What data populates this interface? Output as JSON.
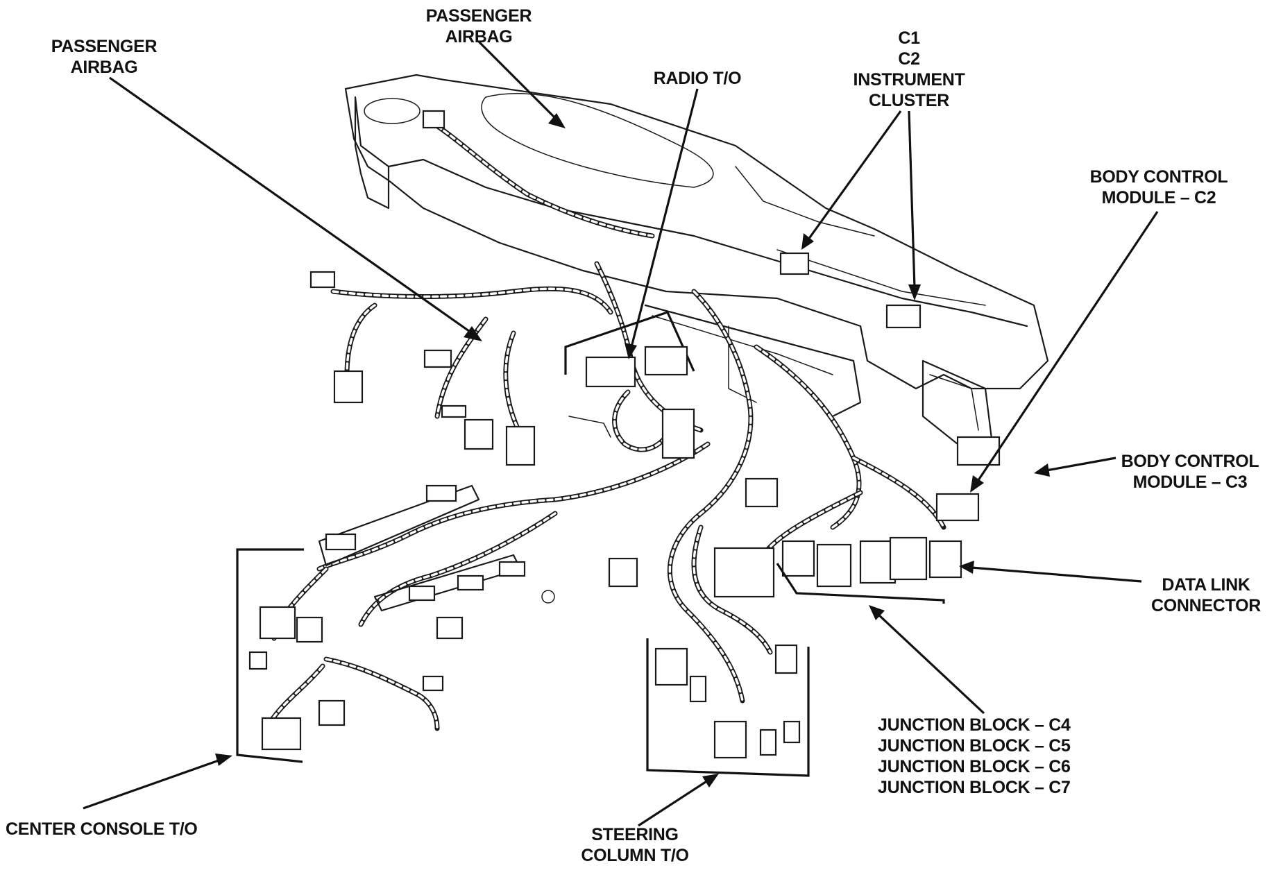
{
  "colors": {
    "line": "#111111",
    "background": "#ffffff"
  },
  "callouts": {
    "passenger_airbag_left": [
      "PASSENGER",
      "AIRBAG"
    ],
    "passenger_airbag_top": [
      "PASSENGER",
      "AIRBAG"
    ],
    "radio_to": [
      "RADIO T/O"
    ],
    "instrument_cluster": [
      "C1",
      "C2",
      "INSTRUMENT",
      "CLUSTER"
    ],
    "bcm_c2": [
      "BODY CONTROL",
      "MODULE – C2"
    ],
    "bcm_c3": [
      "BODY CONTROL",
      "MODULE – C3"
    ],
    "data_link": [
      "DATA LINK",
      "CONNECTOR"
    ],
    "junction_block": [
      "JUNCTION BLOCK – C4",
      "JUNCTION BLOCK – C5",
      "JUNCTION BLOCK – C6",
      "JUNCTION BLOCK – C7"
    ],
    "steering_column": [
      "STEERING",
      "COLUMN T/O"
    ],
    "center_console": [
      "CENTER CONSOLE T/O"
    ]
  }
}
